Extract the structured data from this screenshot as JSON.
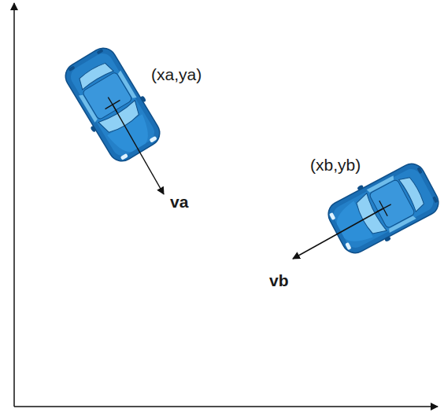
{
  "diagram": {
    "labels": [
      "(xa,ya)",
      "va",
      "(xb,yb)",
      "vb"
    ]
  }
}
